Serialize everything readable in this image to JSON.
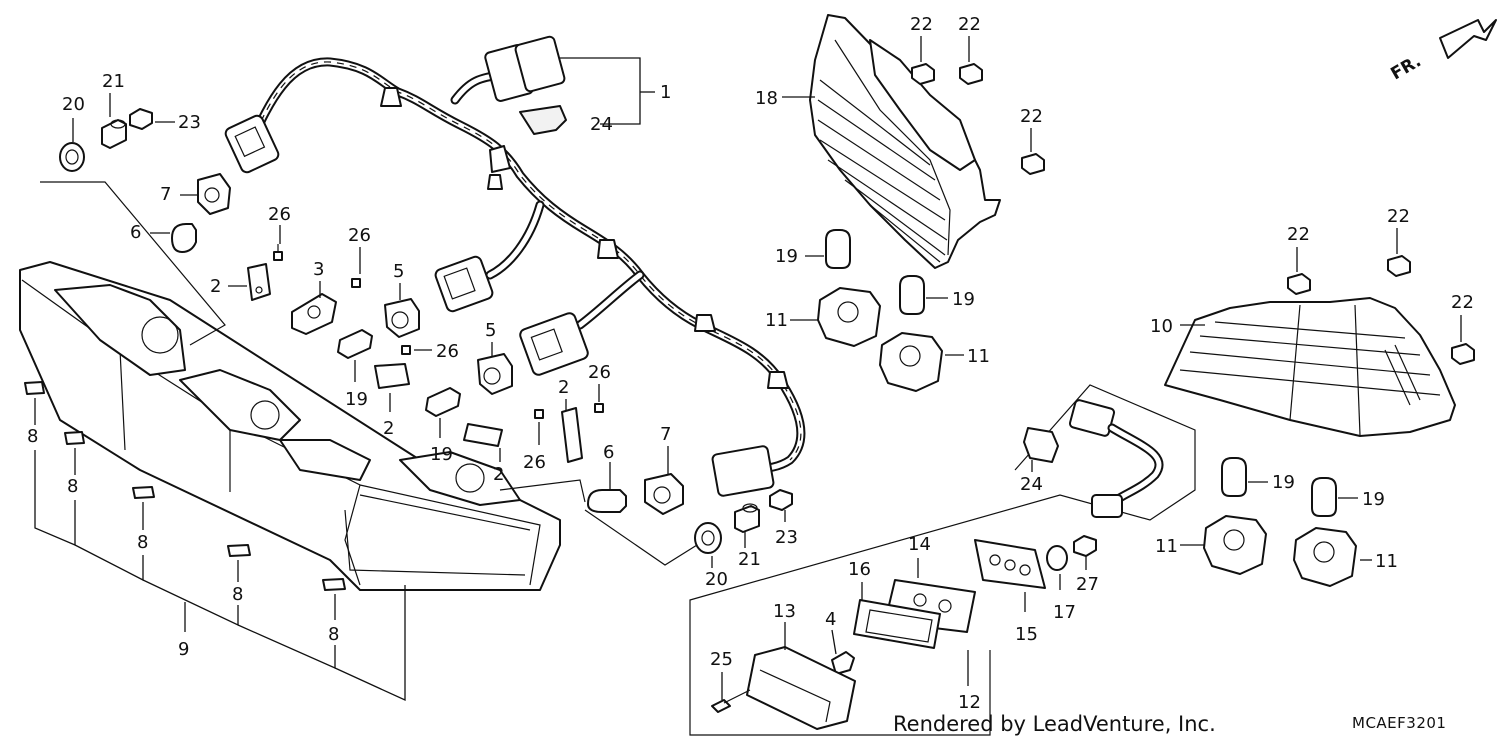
{
  "diagram": {
    "front_marker": "FR.",
    "credit": "Rendered by LeadVenture, Inc.",
    "code": "MCAEF3201",
    "callouts": {
      "c1": "1",
      "c2a": "2",
      "c2b": "2",
      "c2c": "2",
      "c2d": "2",
      "c3": "3",
      "c4": "4",
      "c5a": "5",
      "c5b": "5",
      "c6a": "6",
      "c6b": "6",
      "c7a": "7",
      "c7b": "7",
      "c8a": "8",
      "c8b": "8",
      "c8c": "8",
      "c8d": "8",
      "c8e": "8",
      "c9": "9",
      "c10": "10",
      "c11a": "11",
      "c11b": "11",
      "c11c": "11",
      "c11d": "11",
      "c12": "12",
      "c13": "13",
      "c14": "14",
      "c15": "15",
      "c16": "16",
      "c17": "17",
      "c18": "18",
      "c19a": "19",
      "c19b": "19",
      "c19c": "19",
      "c19d": "19",
      "c19e": "19",
      "c19f": "19",
      "c20a": "20",
      "c20b": "20",
      "c21a": "21",
      "c21b": "21",
      "c22a": "22",
      "c22b": "22",
      "c22c": "22",
      "c22d": "22",
      "c22e": "22",
      "c22f": "22",
      "c23a": "23",
      "c23b": "23",
      "c24a": "24",
      "c24b": "24",
      "c25": "25",
      "c26a": "26",
      "c26b": "26",
      "c26c": "26",
      "c26d": "26",
      "c26e": "26",
      "c27": "27"
    }
  }
}
